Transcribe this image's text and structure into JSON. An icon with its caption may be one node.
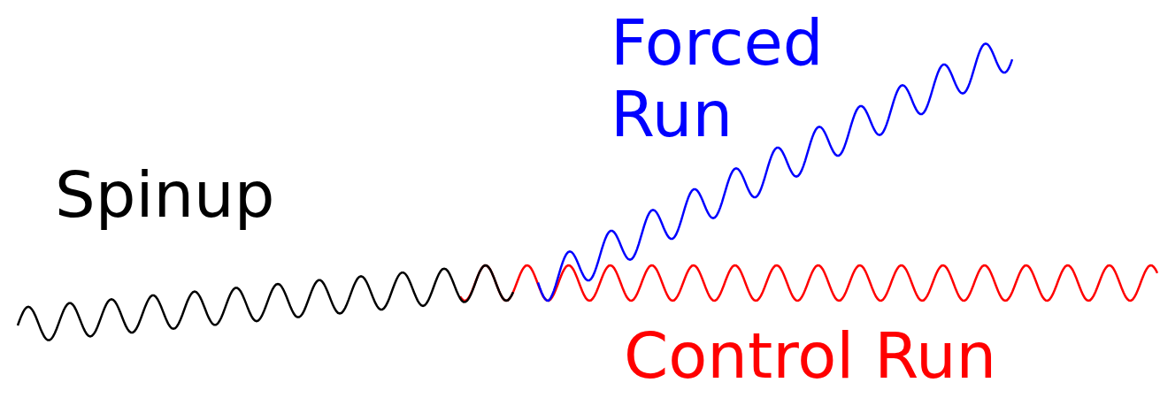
{
  "diagram": {
    "labels": [
      "Forced Run",
      "Spinup",
      "Control Run"
    ]
  }
}
